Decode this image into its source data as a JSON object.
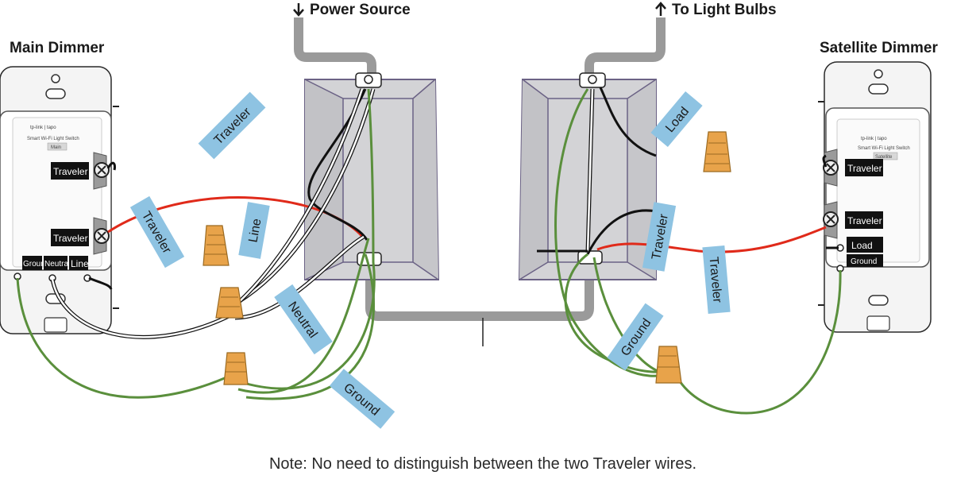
{
  "headings": {
    "main_dimmer": "Main Dimmer",
    "satellite_dimmer": "Satellite Dimmer",
    "power_source": "Power Source",
    "to_light_bulbs": "To Light Bulbs"
  },
  "main_device": {
    "brand": "tp-link | tapo",
    "model": "Smart Wi-Fi Light Switch",
    "badge": "Main",
    "terminals": {
      "traveler_top": "Traveler",
      "traveler_bottom": "Traveler",
      "ground": "Ground",
      "neutral": "Neutral",
      "line": "Line"
    }
  },
  "satellite_device": {
    "brand": "tp-link | tapo",
    "model": "Smart Wi-Fi Light Switch",
    "badge": "Satellite",
    "terminals": {
      "traveler_top": "Traveler",
      "traveler_bottom": "Traveler",
      "load": "Load",
      "ground": "Ground"
    }
  },
  "wire_tags": {
    "traveler_1": "Traveler",
    "traveler_2": "Traveler",
    "line": "Line",
    "neutral": "Neutral",
    "ground_left": "Ground",
    "load": "Load",
    "traveler_3": "Traveler",
    "traveler_4": "Traveler",
    "ground_right": "Ground"
  },
  "note": "Note: No need to distinguish between the two Traveler wires.",
  "colors": {
    "tag_blue": "#8ec3e2",
    "wire_green": "#5a8f3c",
    "wire_red": "#e02a1a",
    "wire_black": "#111111",
    "conduit_gray": "#9a9a9a",
    "box_fill": "#d3d3d6",
    "box_stroke": "#6b6285",
    "nut_orange": "#e8a34a"
  }
}
